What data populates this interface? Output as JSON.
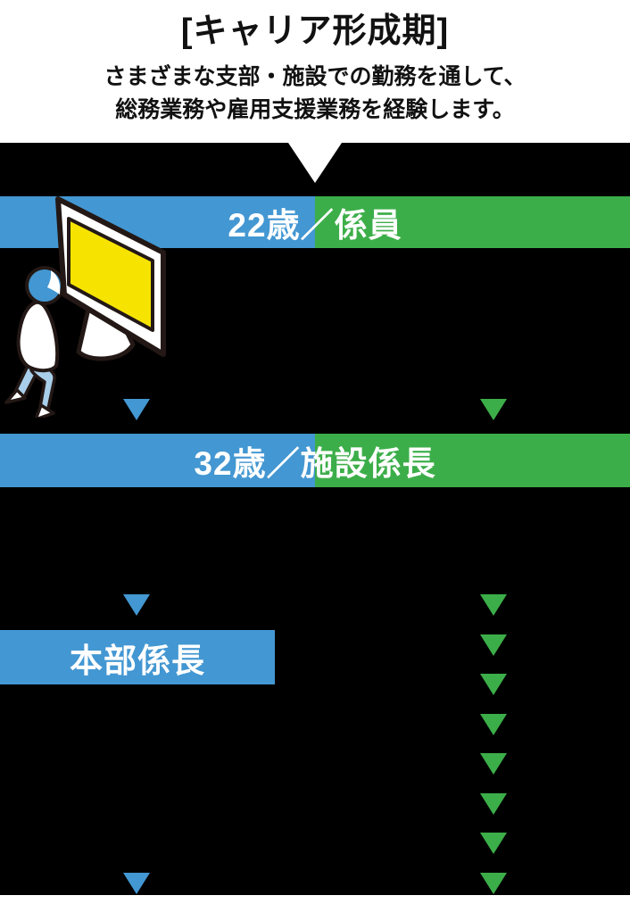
{
  "header": {
    "title": "[キャリア形成期]",
    "subtitle_lines": [
      "さまざまな支部・施設での勤務を通して、",
      "総務業務や雇用支援業務を経験します。"
    ]
  },
  "timeline": {
    "stages": [
      {
        "label": "22歳／係員",
        "banner_colors": "blue-green-split"
      },
      {
        "label": "32歳／施設係長",
        "banner_colors": "blue-green-split"
      },
      {
        "label": "本部係長",
        "banner_colors": "blue"
      }
    ],
    "icons": {
      "notch": "white-down-notch",
      "blue_arrow": "blue-down-triangle",
      "green_arrow": "green-down-triangle"
    },
    "blue_arrow_count": 3,
    "green_arrow_chain_count": 8
  },
  "illustration": {
    "name": "person-looking-at-monitor",
    "monitor_screen": "yellow",
    "person_hair": "blue",
    "person_pants": "light-blue"
  },
  "colors": {
    "blue": "#4397d2",
    "green": "#3cae49",
    "light_blue": "#a9cee9",
    "yellow": "#f6e400",
    "outline": "#231815",
    "black": "#000000",
    "white": "#ffffff"
  }
}
